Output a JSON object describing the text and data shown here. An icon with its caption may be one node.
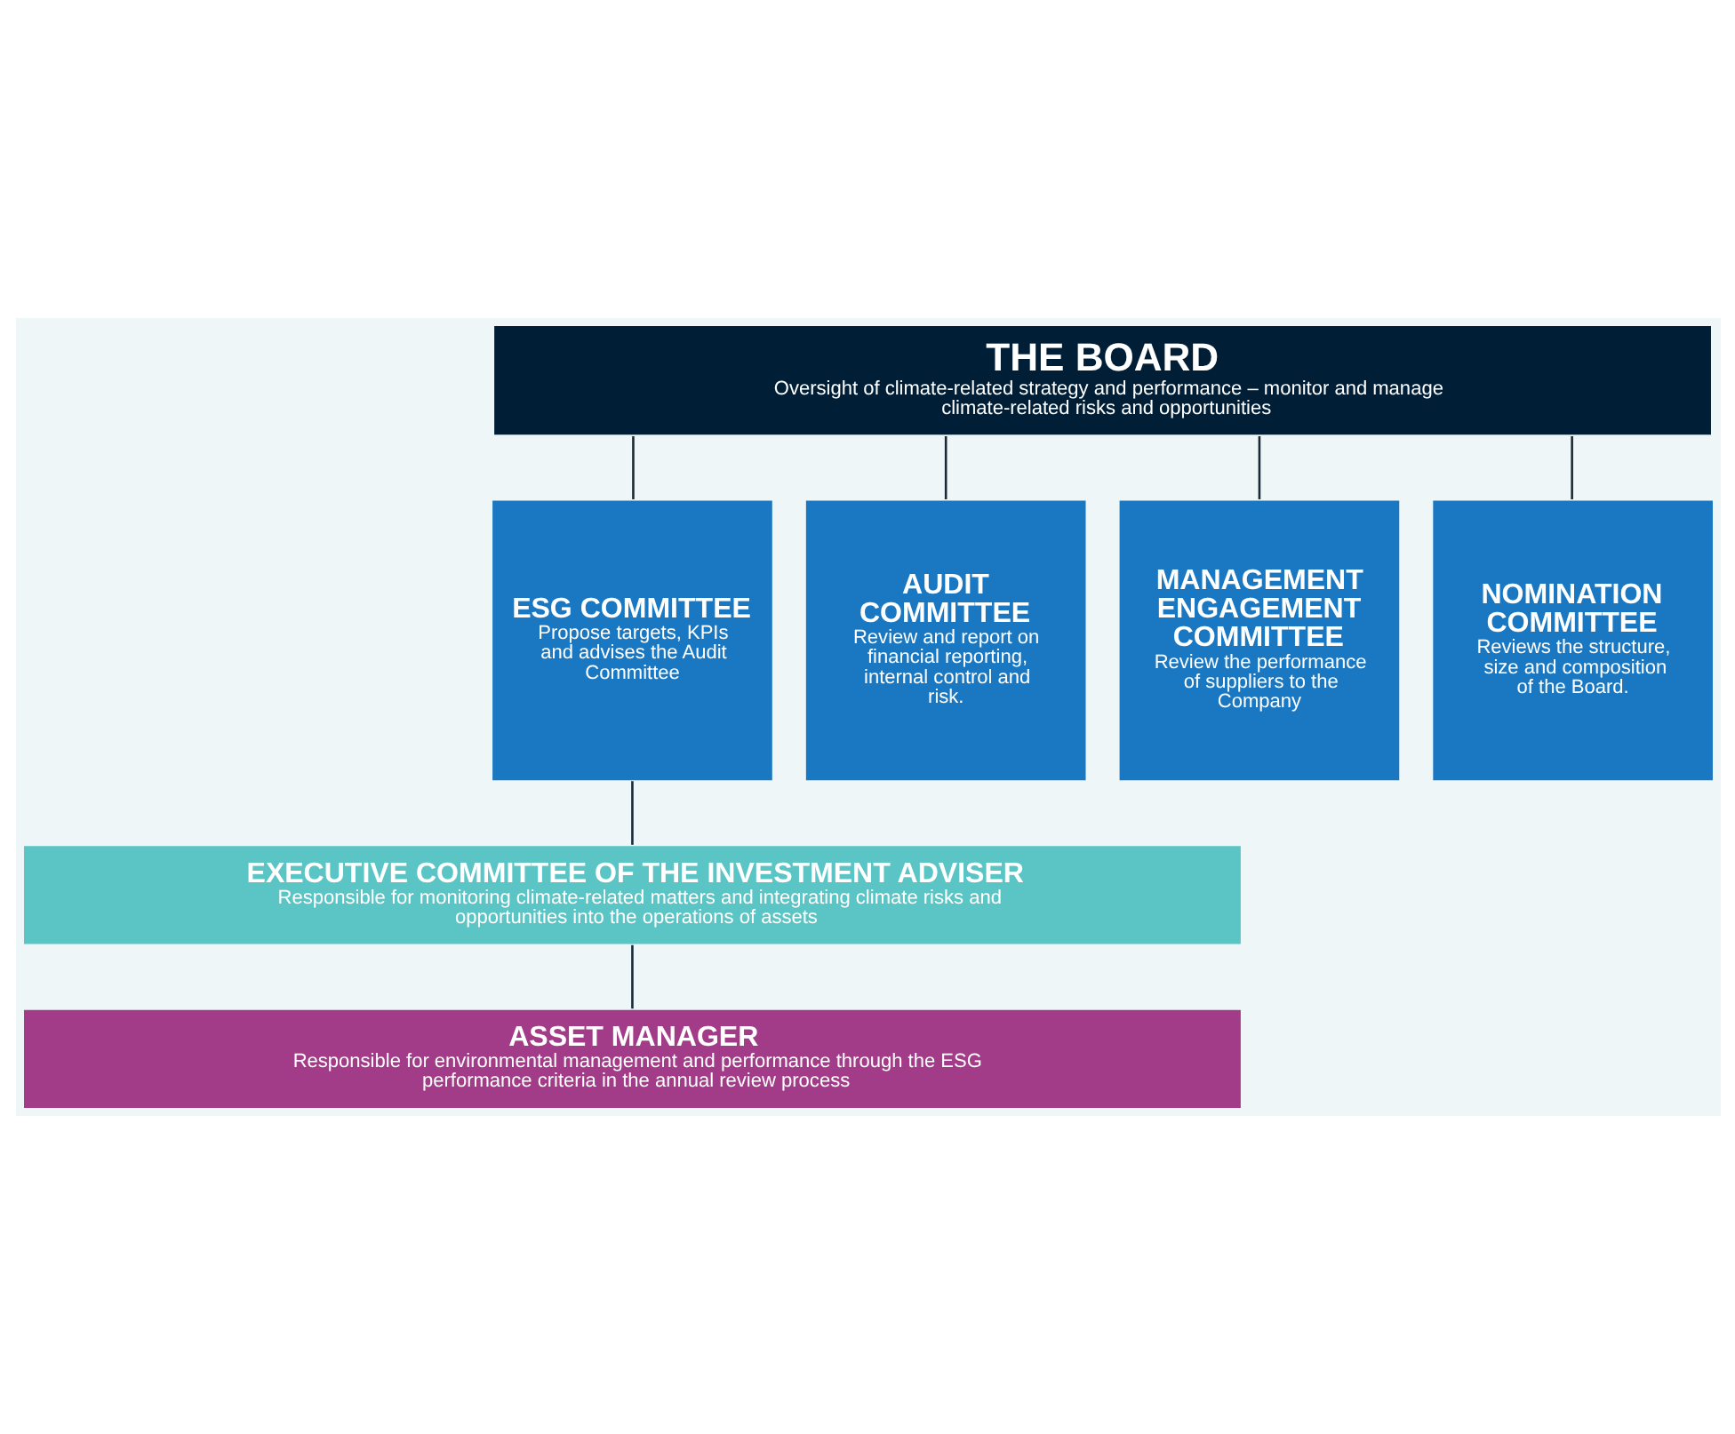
{
  "diagram": {
    "nodes": [
      {
        "text": [
          "THE BOARD",
          "Oversight of climate-related strategy and performance – monitor and manage climate-related risks and opportunities"
        ]
      },
      {
        "text": [
          "ESG COMMITTEE",
          "Propose targets, KPIs and advises the Audit Committee"
        ]
      },
      {
        "text": [
          "AUDIT COMMITTEE",
          "Review and report on financial reporting, internal control and risk."
        ]
      },
      {
        "text": [
          "MANAGEMENT ENGAGEMENT COMMITTEE",
          "Review the performance of suppliers to the Company"
        ]
      },
      {
        "text": [
          "NOMINATION COMMITTEE",
          "Reviews the structure, size and composition of the Board."
        ]
      },
      {
        "text": [
          "EXECUTIVE COMMITTEE OF THE INVESTMENT ADVISER",
          "Responsible for monitoring climate-related matters and integrating climate risks and opportunities into the operations of assets"
        ]
      },
      {
        "text": [
          "ASSET MANAGER",
          "Responsible for environmental management and performance through the ESG performance criteria in the annual review process"
        ]
      }
    ],
    "edges": [
      {
        "from": 0,
        "to": 1,
        "arrow": "none"
      },
      {
        "from": 0,
        "to": 2,
        "arrow": "none"
      },
      {
        "from": 0,
        "to": 3,
        "arrow": "none"
      },
      {
        "from": 0,
        "to": 4,
        "arrow": "none"
      },
      {
        "from": 1,
        "to": 5,
        "arrow": "none"
      },
      {
        "from": 5,
        "to": 6,
        "arrow": "none"
      }
    ]
  }
}
